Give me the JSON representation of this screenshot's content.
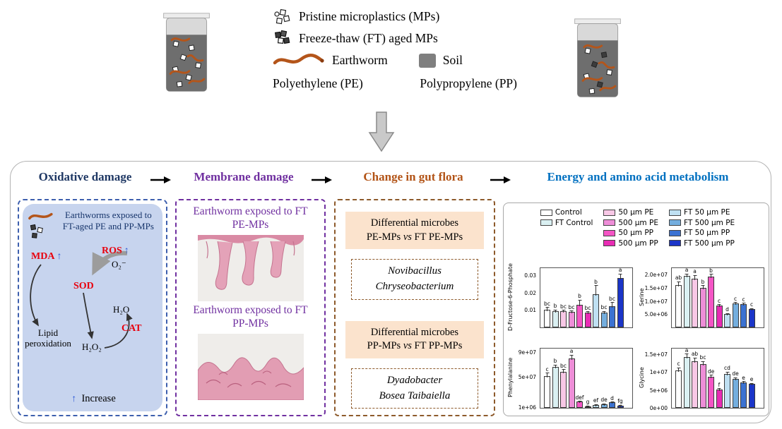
{
  "colors": {
    "oxidative_title": "#1f3864",
    "membrane_title": "#7030a0",
    "gut_title": "#b25316",
    "metabolism_title": "#0070c0",
    "red_marker": "#e8000d",
    "blue_arrow": "#2f5bd7",
    "intro_text": "#17356b",
    "worm": "#b4551a",
    "soil": "#7f7f7f"
  },
  "top_legend": {
    "pristine_mps": "Pristine microplastics (MPs)",
    "ft_aged_mps": "Freeze-thaw (FT) aged MPs",
    "earthworm": "Earthworm",
    "soil": "Soil",
    "pe": "Polyethylene (PE)",
    "pp": "Polypropylene (PP)"
  },
  "flow_titles": {
    "t1": "Oxidative damage",
    "t2": "Membrane damage",
    "t3": "Change in gut flora",
    "t4": "Energy and amino acid metabolism"
  },
  "oxidative_panel": {
    "intro": "Earthworms exposed to FT-aged PE and PP-MPs",
    "mda": "MDA",
    "ros": "ROS",
    "superoxide": "O₂⁻",
    "sod": "SOD",
    "cat": "CAT",
    "water": "H₂O",
    "peroxide": "H₂O₂",
    "lipid_line1": "Lipid",
    "lipid_line2": "peroxidation",
    "up_arrow": "↑",
    "increase": "Increase"
  },
  "membrane_panel": {
    "pe_caption": "Earthworm exposed to FT PE-MPs",
    "pp_caption": "Earthworm exposed to FT PP-MPs"
  },
  "gut_panel": {
    "vs_label": "vs",
    "pe_box_line1": "Differential microbes",
    "pe_prefix": "PE-MPs",
    "pe_suffix": "FT PE-MPs",
    "pe_microbes_1": "Novibacillus",
    "pe_microbes_2": "Chryseobacterium",
    "pp_box_line1": "Differential microbes",
    "pp_prefix": "PP-MPs",
    "pp_suffix": "FT PP-MPs",
    "pp_microbes_1": "Dyadobacter",
    "pp_microbes_2": "Bosea Taibaiella"
  },
  "series_legend": [
    {
      "label": "Control",
      "color": "#ffffff"
    },
    {
      "label": "FT Control",
      "color": "#daf0f2"
    },
    {
      "label": "50 μm PE",
      "color": "#f8c8e6"
    },
    {
      "label": "500 μm PE",
      "color": "#ee8ed8"
    },
    {
      "label": "50 μm PP",
      "color": "#f455c5"
    },
    {
      "label": "500 μm PP",
      "color": "#e82cb4"
    },
    {
      "label": "FT 50 μm PE",
      "color": "#bfe0f2"
    },
    {
      "label": "FT 500 μm PE",
      "color": "#74aede"
    },
    {
      "label": "FT 50 μm PP",
      "color": "#3b72d2"
    },
    {
      "label": "FT 500 μm PP",
      "color": "#1b35c8"
    }
  ],
  "chart_data": [
    {
      "type": "bar",
      "ylabel": "D-Fructose-6-Phosphate",
      "categories": [
        "Control",
        "FT Control",
        "50 μm PE",
        "500 μm PE",
        "50 μm PP",
        "500 μm PP",
        "FT 50 μm PE",
        "FT 500 μm PE",
        "FT 50 μm PP",
        "FT 500 μm PP"
      ],
      "values": [
        0.0102,
        0.0094,
        0.0093,
        0.0089,
        0.0128,
        0.0085,
        0.019,
        0.0086,
        0.0121,
        0.0285
      ],
      "errors": [
        0.0018,
        0.0012,
        0.0012,
        0.0012,
        0.0035,
        0.0012,
        0.0055,
        0.0012,
        0.0028,
        0.0028
      ],
      "sig_letters": [
        "bc",
        "b",
        "bc",
        "bc",
        "b",
        "bc",
        "b",
        "bc",
        "bc",
        "a"
      ],
      "yticks": [
        0.01,
        0.02,
        0.03
      ],
      "ytick_labels": [
        "0.01",
        "0.02",
        "0.03"
      ],
      "ylim": [
        0,
        0.034
      ],
      "legend_position": "top",
      "grid": false
    },
    {
      "type": "bar",
      "ylabel": "Serine",
      "categories": [
        "Control",
        "FT Control",
        "50 μm PE",
        "500 μm PE",
        "50 μm PP",
        "500 μm PP",
        "FT 50 μm PE",
        "FT 500 μm PE",
        "FT 50 μm PP",
        "FT 500 μm PP"
      ],
      "values": [
        16200000.0,
        19500000.0,
        18500000.0,
        15000000.0,
        19200000.0,
        8200000.0,
        5200000.0,
        9000000.0,
        8800000.0,
        7000000.0
      ],
      "errors": [
        1500000.0,
        1200000.0,
        1600000.0,
        1300000.0,
        1400000.0,
        800000.0,
        500000.0,
        900000.0,
        800000.0,
        600000.0
      ],
      "sig_letters": [
        "ab",
        "a",
        "a",
        "b",
        "b",
        "c",
        "d",
        "c",
        "c",
        "c"
      ],
      "yticks": [
        5000000.0,
        10000000.0,
        15000000.0,
        20000000.0
      ],
      "ytick_labels": [
        "5.0e+06",
        "1.0e+07",
        "1.5e+07",
        "2.0e+07"
      ],
      "ylim": [
        0,
        22500000.0
      ],
      "legend_position": "top",
      "grid": false
    },
    {
      "type": "bar",
      "ylabel": "Phenylalanine",
      "categories": [
        "Control",
        "FT Control",
        "50 μm PE",
        "500 μm PE",
        "50 μm PP",
        "500 μm PP",
        "FT 50 μm PE",
        "FT 500 μm PE",
        "FT 50 μm PP",
        "FT 500 μm PP"
      ],
      "values": [
        52000000.0,
        66000000.0,
        58000000.0,
        80000000.0,
        10000000.0,
        2500000.0,
        5000000.0,
        6000000.0,
        9000000.0,
        4000000.0
      ],
      "errors": [
        6000000.0,
        5000000.0,
        6000000.0,
        7000000.0,
        2500000.0,
        600000.0,
        900000.0,
        1100000.0,
        1600000.0,
        800000.0
      ],
      "sig_letters": [
        "c",
        "b",
        "bc",
        "a",
        "def",
        "g",
        "ef",
        "de",
        "d",
        "fg"
      ],
      "yticks": [
        1000000.0,
        50000000.0,
        90000000.0
      ],
      "ytick_labels": [
        "1e+06",
        "5e+07",
        "9e+07"
      ],
      "ylim": [
        0,
        96000000.0
      ],
      "legend_position": "top",
      "grid": false
    },
    {
      "type": "bar",
      "ylabel": "Glycine",
      "categories": [
        "Control",
        "FT Control",
        "50 μm PE",
        "500 μm PE",
        "50 μm PP",
        "500 μm PP",
        "FT 50 μm PE",
        "FT 500 μm PE",
        "FT 50 μm PP",
        "FT 500 μm PP"
      ],
      "values": [
        10500000.0,
        14200000.0,
        13000000.0,
        12200000.0,
        8600000.0,
        5200000.0,
        9400000.0,
        8000000.0,
        7000000.0,
        6600000.0
      ],
      "errors": [
        900000.0,
        1100000.0,
        1200000.0,
        1000000.0,
        800000.0,
        500000.0,
        900000.0,
        700000.0,
        600000.0,
        500000.0
      ],
      "sig_letters": [
        "c",
        "a",
        "ab",
        "bc",
        "de",
        "f",
        "cd",
        "de",
        "e",
        "e"
      ],
      "yticks": [
        0,
        5000000.0,
        10000000.0,
        15000000.0
      ],
      "ytick_labels": [
        "0e+00",
        "5e+06",
        "1e+07",
        "1.5e+07"
      ],
      "ylim": [
        0,
        16500000.0
      ],
      "legend_position": "top",
      "grid": false
    }
  ]
}
